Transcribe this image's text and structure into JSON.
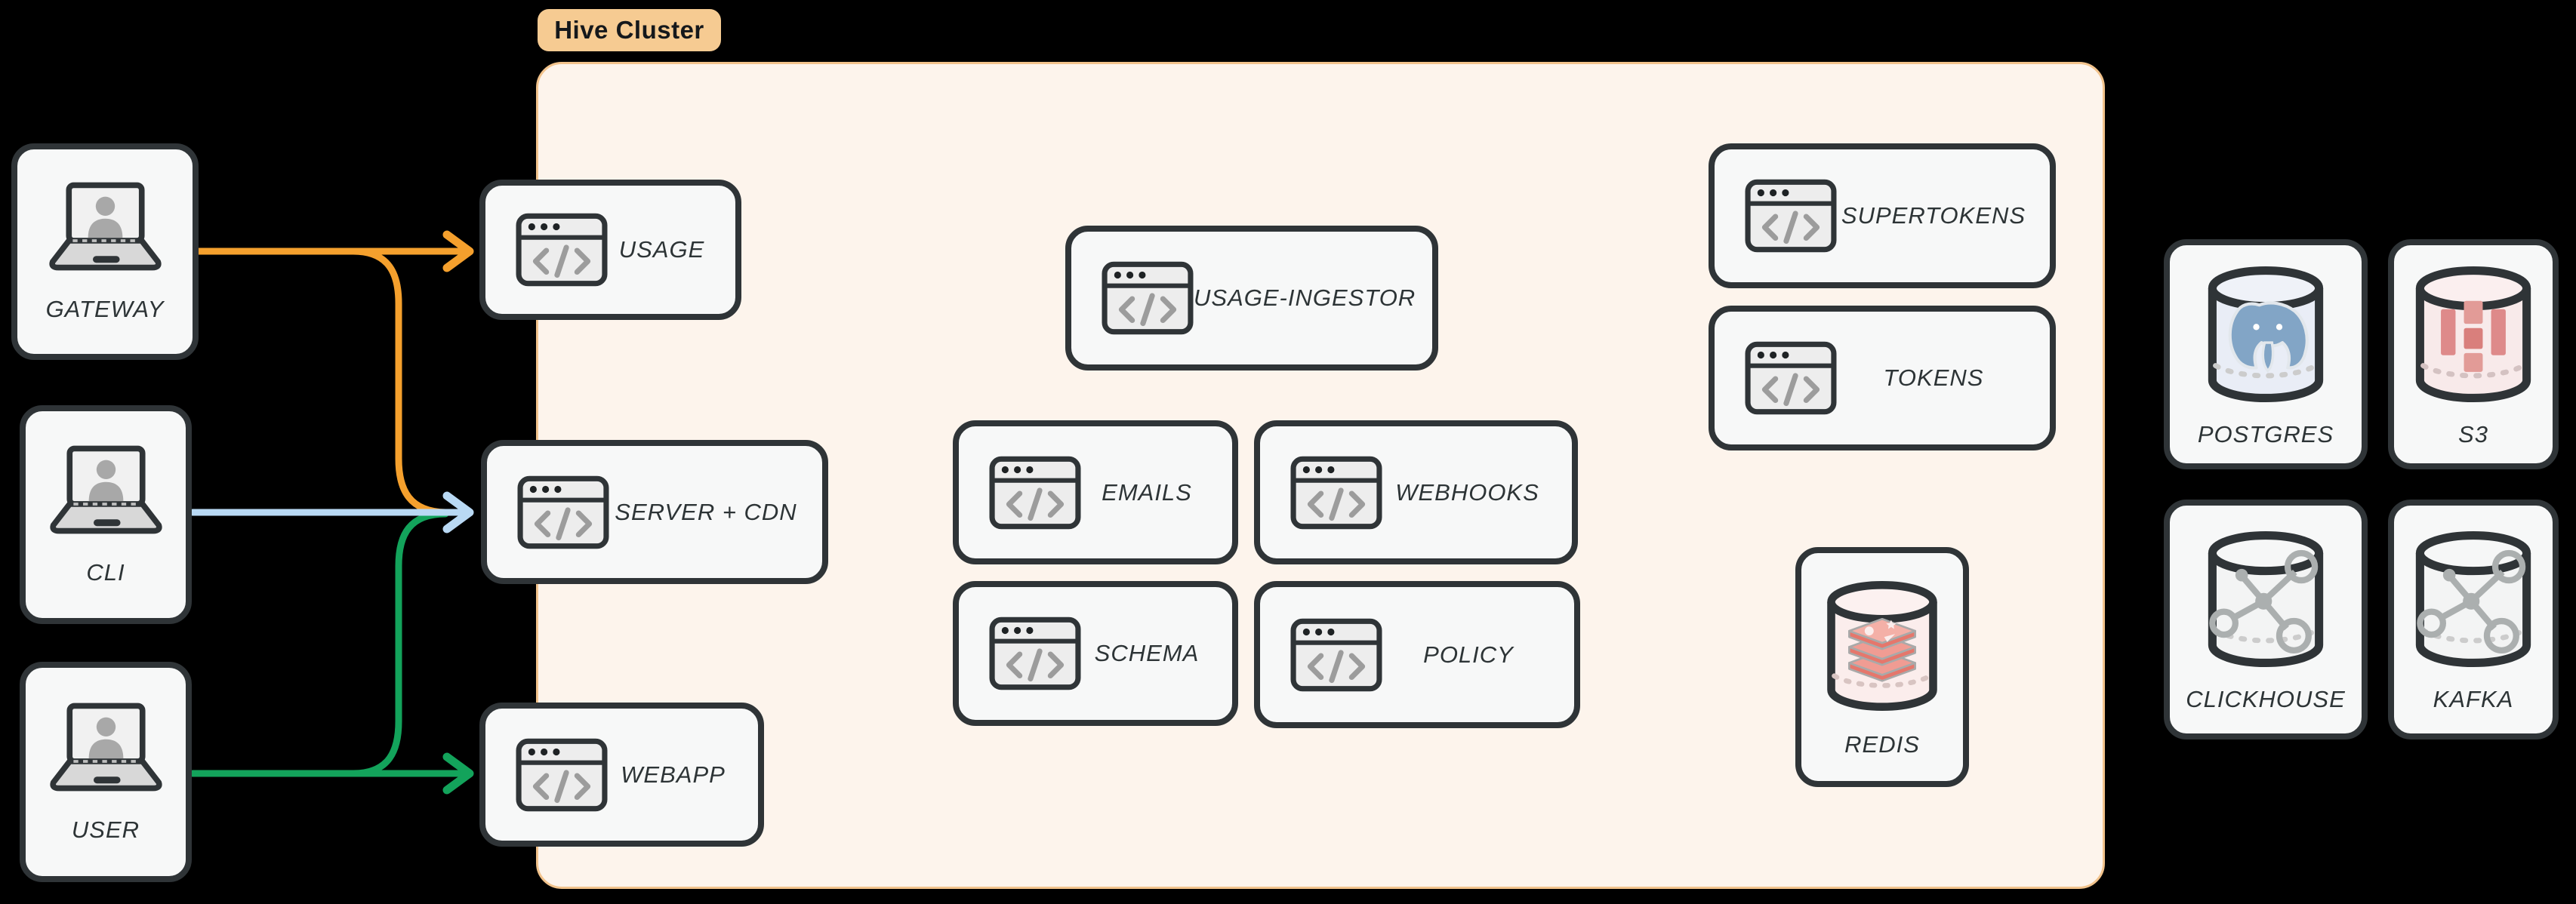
{
  "badge": {
    "label": "Hive Cluster"
  },
  "colors": {
    "edge_orange": "#F5A02D",
    "edge_blue": "#B9D9F4",
    "edge_green": "#13A35B",
    "cluster_fill": "#FDF4EC",
    "cluster_border": "#F2C38C",
    "card_fill": "#F7F8F8",
    "card_border": "#2F3437"
  },
  "nodes": {
    "gateway": {
      "label": "GATEWAY",
      "icon": "laptop-user-icon"
    },
    "cli": {
      "label": "CLI",
      "icon": "laptop-user-icon"
    },
    "user": {
      "label": "USER",
      "icon": "laptop-user-icon"
    },
    "usage": {
      "label": "USAGE",
      "icon": "code-window-icon"
    },
    "server_cdn": {
      "label": "SERVER + CDN",
      "icon": "code-window-icon"
    },
    "webapp": {
      "label": "WEBAPP",
      "icon": "code-window-icon"
    },
    "usage_ingestor": {
      "label": "USAGE-INGESTOR",
      "icon": "code-window-icon"
    },
    "emails": {
      "label": "EMAILS",
      "icon": "code-window-icon"
    },
    "webhooks": {
      "label": "WEBHOOKS",
      "icon": "code-window-icon"
    },
    "schema": {
      "label": "SCHEMA",
      "icon": "code-window-icon"
    },
    "policy": {
      "label": "POLICY",
      "icon": "code-window-icon"
    },
    "supertokens": {
      "label": "SUPERTOKENS",
      "icon": "code-window-icon"
    },
    "tokens": {
      "label": "TOKENS",
      "icon": "code-window-icon"
    },
    "redis": {
      "label": "REDIS",
      "icon": "redis-database-icon"
    },
    "postgres": {
      "label": "POSTGRES",
      "icon": "postgres-database-icon"
    },
    "s3": {
      "label": "S3",
      "icon": "s3-database-icon"
    },
    "clickhouse": {
      "label": "CLICKHOUSE",
      "icon": "molecule-database-icon"
    },
    "kafka": {
      "label": "KAFKA",
      "icon": "molecule-database-icon"
    }
  },
  "edges": [
    {
      "from": "GATEWAY",
      "to": "USAGE",
      "color": "#F5A02D"
    },
    {
      "from": "GATEWAY",
      "to": "SERVER + CDN",
      "color": "#F5A02D"
    },
    {
      "from": "CLI",
      "to": "SERVER + CDN",
      "color": "#B9D9F4"
    },
    {
      "from": "USER",
      "to": "SERVER + CDN",
      "color": "#13A35B"
    },
    {
      "from": "USER",
      "to": "WEBAPP",
      "color": "#13A35B"
    }
  ]
}
